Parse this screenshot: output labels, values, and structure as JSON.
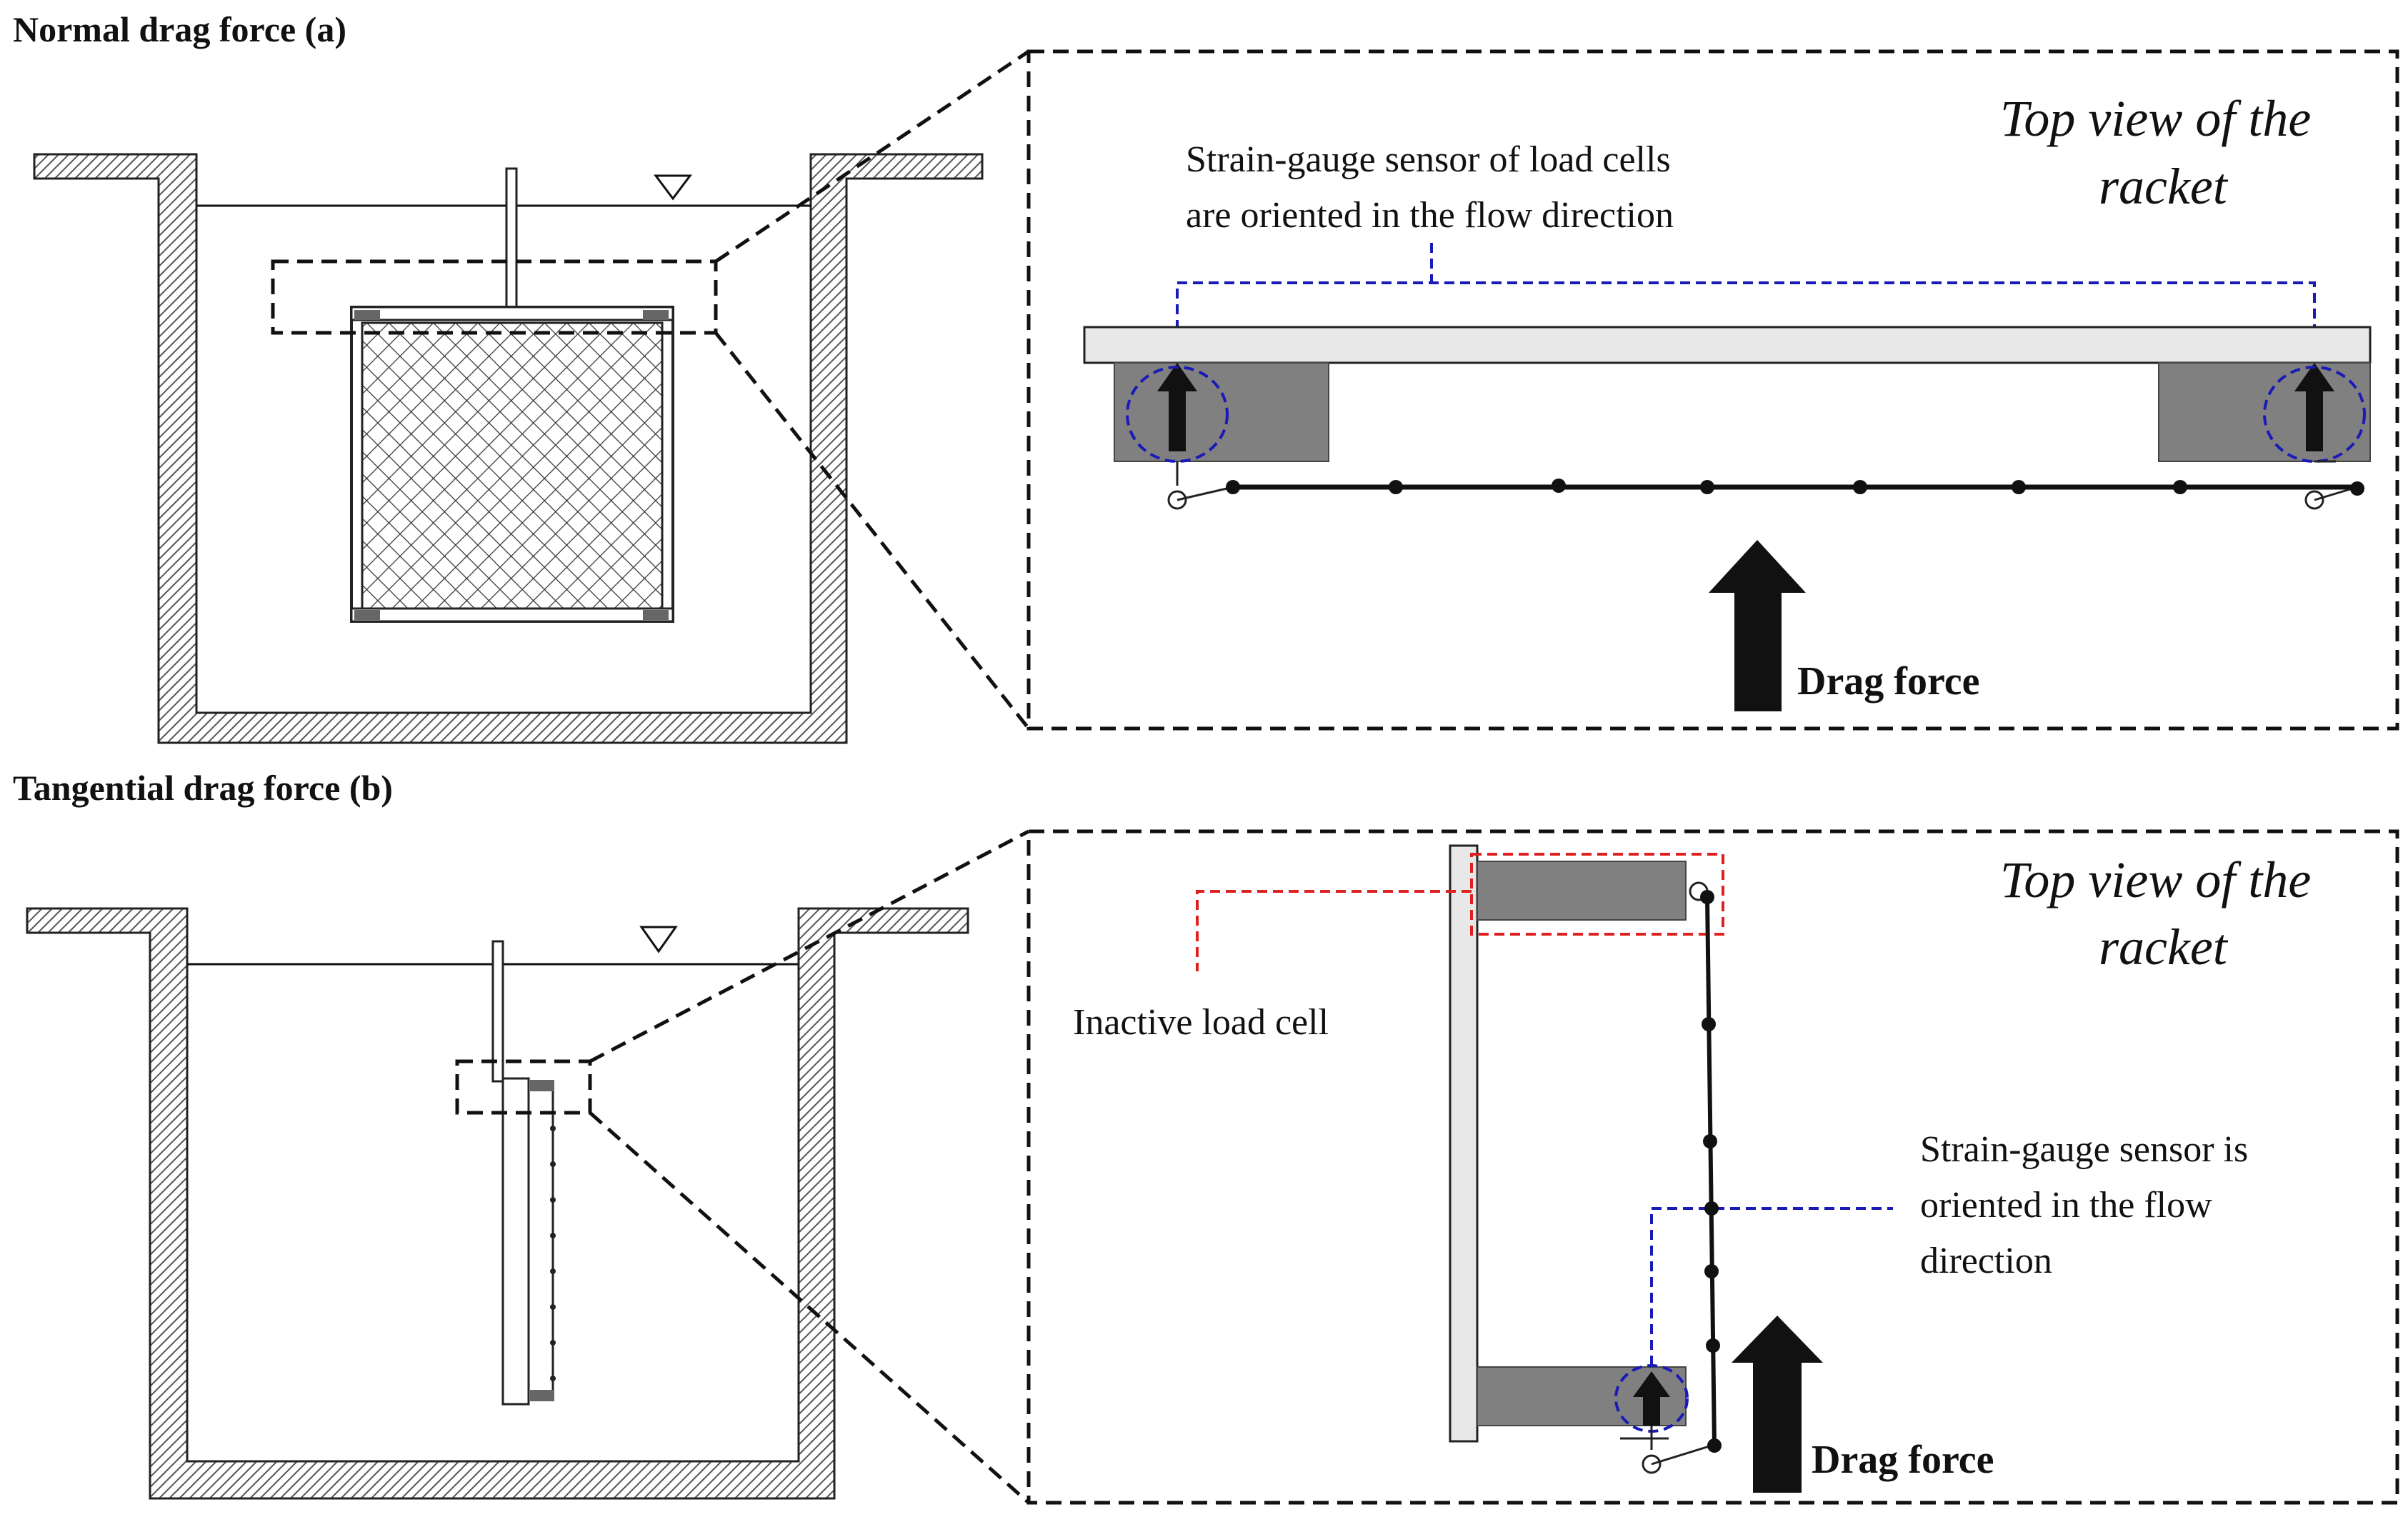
{
  "panel_a": {
    "heading": "Normal drag force (a)",
    "detail_title_line1": "Top view of the",
    "detail_title_line2": "racket",
    "sensor_note_line1": "Strain-gauge sensor of load cells",
    "sensor_note_line2": "are oriented in the flow direction",
    "force_label": "Drag force"
  },
  "panel_b": {
    "heading": "Tangential drag force (b)",
    "detail_title_line1": "Top view of the",
    "detail_title_line2": "racket",
    "inactive_label": "Inactive load cell",
    "sensor_note_line1": "Strain-gauge sensor is",
    "sensor_note_line2": "oriented in the flow",
    "sensor_note_line3": "direction",
    "force_label": "Drag force"
  },
  "colors": {
    "wall_hatch": "#555555",
    "load_cell": "#808080",
    "sensor_highlight": "#1a1ab8",
    "inactive_highlight": "#e02020",
    "arrow": "#111111"
  }
}
